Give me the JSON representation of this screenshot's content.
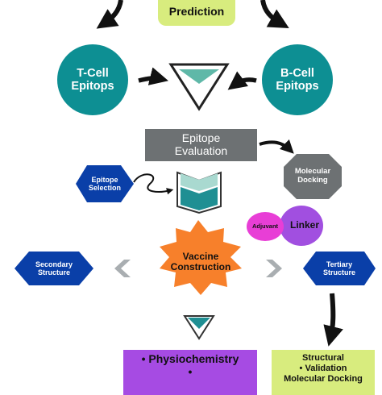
{
  "diagram": {
    "nodes": {
      "prediction": "Prediction",
      "tcell": [
        "T-Cell",
        "Epitops"
      ],
      "bcell": [
        "B-Cell",
        "Epitops"
      ],
      "evaluation": [
        "Epitope",
        "Evaluation"
      ],
      "selection": [
        "Epitope",
        "Selection"
      ],
      "docking": [
        "Molecular",
        "Docking"
      ],
      "adjuvant": "Adjuvant",
      "linker": "Linker",
      "construction": [
        "Vaccine",
        "Construction"
      ],
      "secondary": [
        "Secondary",
        "Structure"
      ],
      "tertiary": [
        "Tertiary",
        "Structure"
      ],
      "physio": [
        "Physiochemistry",
        "•"
      ],
      "structural": [
        "Structural",
        "Validation",
        "Molecular Docking"
      ],
      "bullet": "•"
    },
    "colors": {
      "teal": "#0d8f93",
      "lime": "#d8ec7e",
      "gray": "#6d7173",
      "navy": "#0a3fa8",
      "orange": "#f7802b",
      "magenta": "#e83ed6",
      "purple": "#a14fe0",
      "chevron": "#5fb8a8"
    }
  }
}
